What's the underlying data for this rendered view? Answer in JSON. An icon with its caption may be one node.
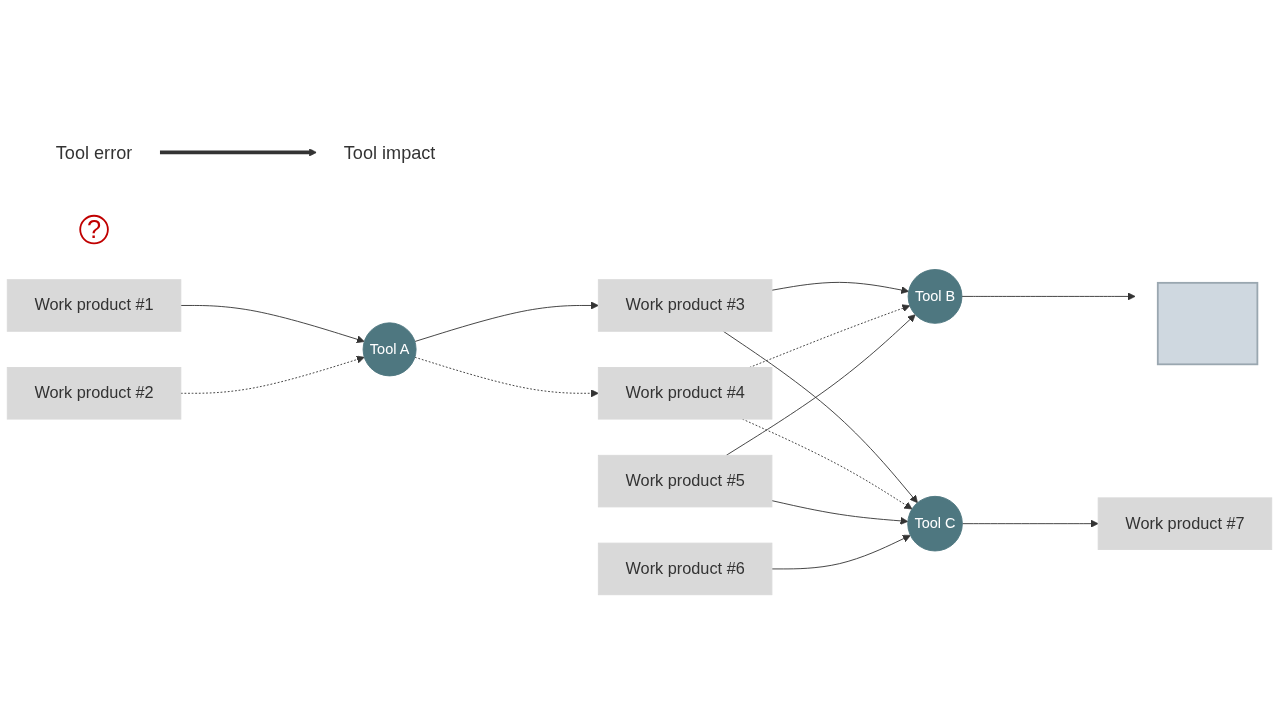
{
  "diagram": {
    "nodes": [
      {
        "text": [
          "Tool error"
        ]
      },
      {
        "text": [
          "Tool impact"
        ]
      },
      {
        "text": [
          "?"
        ]
      },
      {
        "text": [
          "Work product #1"
        ]
      },
      {
        "text": [
          "Work product #2"
        ]
      },
      {
        "text": [
          "Tool A"
        ]
      },
      {
        "text": [
          "Work product #3"
        ]
      },
      {
        "text": [
          "Work product #4"
        ]
      },
      {
        "text": [
          "Work product #5"
        ]
      },
      {
        "text": [
          "Work product #6"
        ]
      },
      {
        "text": [
          "Tool B"
        ]
      },
      {
        "text": [],
        "shape": "box"
      },
      {
        "text": [
          "Tool C"
        ]
      },
      {
        "text": [
          "Work product #7"
        ]
      }
    ],
    "edges": [
      {
        "from": 0,
        "to": 1,
        "arrow": "to",
        "style": "thick"
      },
      {
        "from": 3,
        "to": 5,
        "arrow": "to"
      },
      {
        "from": 4,
        "to": 5,
        "arrow": "to",
        "style": "dashed"
      },
      {
        "from": 5,
        "to": 6,
        "arrow": "to"
      },
      {
        "from": 5,
        "to": 7,
        "arrow": "to",
        "style": "dashed"
      },
      {
        "from": 6,
        "to": 10,
        "arrow": "to"
      },
      {
        "from": 6,
        "to": 12,
        "arrow": "to"
      },
      {
        "from": 7,
        "to": 10,
        "arrow": "to",
        "style": "dashed"
      },
      {
        "from": 7,
        "to": 12,
        "arrow": "to",
        "style": "dashed"
      },
      {
        "from": 8,
        "to": 10,
        "arrow": "to"
      },
      {
        "from": 8,
        "to": 12,
        "arrow": "to"
      },
      {
        "from": 9,
        "to": 12,
        "arrow": "to"
      },
      {
        "from": 10,
        "to": 11,
        "arrow": "to"
      },
      {
        "from": 12,
        "to": 13,
        "arrow": "to"
      }
    ]
  }
}
